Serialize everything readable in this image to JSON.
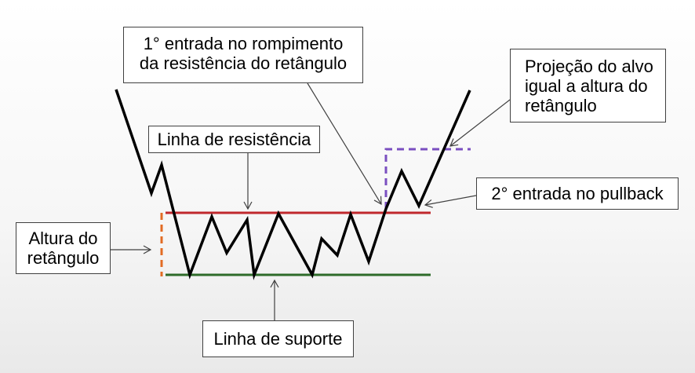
{
  "labels": {
    "entry_breakout": [
      "1° entrada no rompimento",
      "da resistência do retângulo"
    ],
    "target_projection": [
      "Projeção do alvo",
      "igual a altura do",
      "retângulo"
    ],
    "resistance_line": [
      "Linha de resistência"
    ],
    "pullback_entry": [
      "2° entrada no pullback"
    ],
    "rectangle_height": [
      "Altura do",
      "retângulo"
    ],
    "support_line": [
      "Linha de suporte"
    ]
  },
  "colors": {
    "resistance": "#c0282d",
    "support": "#2e6b2a",
    "height_marker": "#e26b23",
    "target_marker": "#7a4fc0",
    "price": "#000000",
    "arrow": "#404040"
  }
}
